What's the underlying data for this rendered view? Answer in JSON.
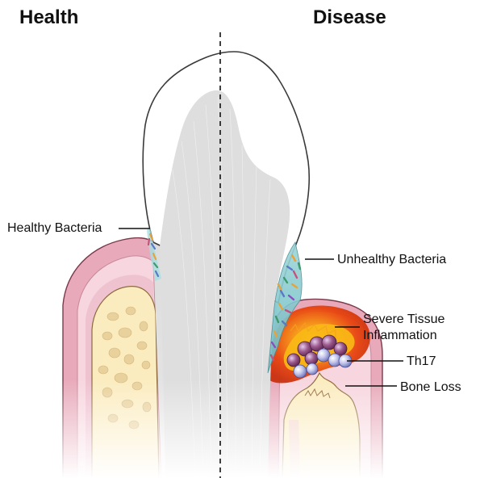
{
  "headings": {
    "health": "Health",
    "disease": "Disease"
  },
  "labels": {
    "healthy_bacteria": "Healthy Bacteria",
    "unhealthy_bacteria": "Unhealthy Bacteria",
    "severe_tissue_line1": "Severe Tissue",
    "severe_tissue_line2": "Inflammation",
    "th17": "Th17",
    "bone_loss": "Bone Loss"
  },
  "colors": {
    "gum_outer": "#e8aabb",
    "gum_inner": "#f6d3dc",
    "bone": "#fbecc0",
    "bone_pores": "#e9d19d",
    "tooth_root": "#e1e1e1",
    "inflammation_hot": "#e8320a",
    "inflammation_warm": "#f7a312",
    "th17_cell_purple": "#7a3a6a",
    "th17_cell_blue": "#a9acd9"
  }
}
